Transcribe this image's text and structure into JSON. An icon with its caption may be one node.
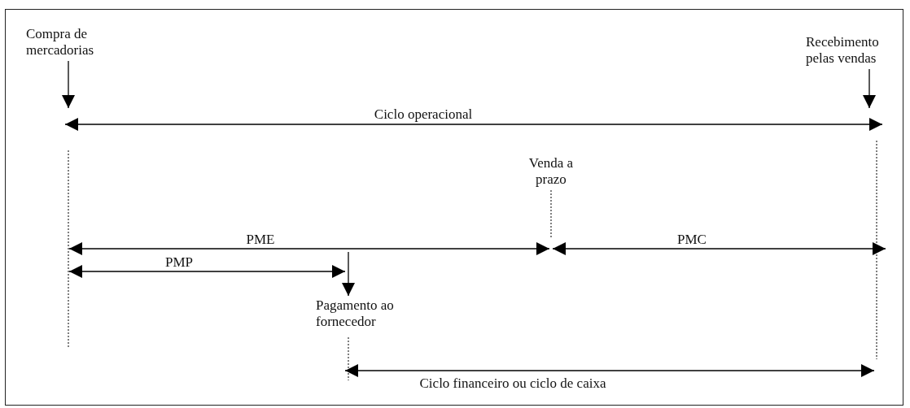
{
  "diagram": {
    "nodes": [
      {
        "text": [
          "Compra de mercadorias"
        ]
      },
      {
        "text": [
          "Recebimento pelas vendas"
        ]
      },
      {
        "text": [
          "Venda a prazo"
        ]
      },
      {
        "text": [
          "Pagamento ao fornecedor"
        ]
      }
    ],
    "edges": [
      {
        "from": 0,
        "to": null,
        "arrow": "to"
      },
      {
        "from": 1,
        "to": null,
        "arrow": "to"
      },
      {
        "from": 2,
        "to": null,
        "arrow": "none",
        "style": "dashed"
      },
      {
        "from": null,
        "to": 3,
        "arrow": "to"
      }
    ],
    "labels": [
      "Ciclo operacional",
      "PME",
      "PMC",
      "PMP",
      "Ciclo financeiro ou ciclo de caixa"
    ]
  }
}
